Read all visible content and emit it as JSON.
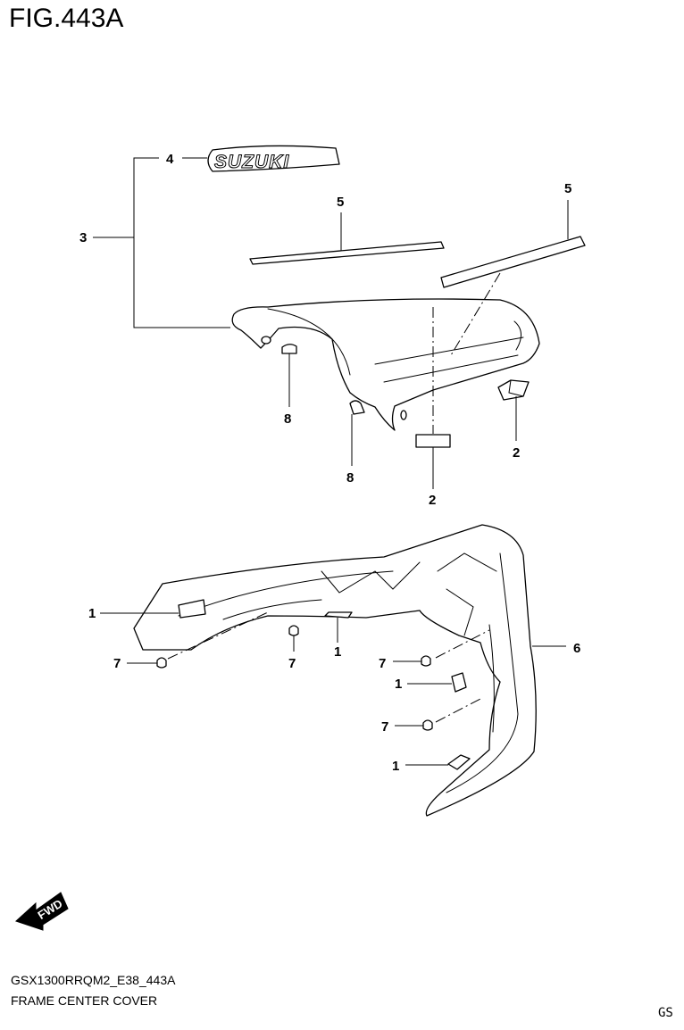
{
  "figure": {
    "title": "FIG.443A",
    "model_code": "GSX1300RRQM2_E38_443A",
    "caption": "FRAME CENTER COVER",
    "corner_code": "GS",
    "emblem_text": "SUZUKI",
    "fwd_label": "FWD"
  },
  "callouts": {
    "c1a": "1",
    "c1b": "1",
    "c1c": "1",
    "c1d": "1",
    "c2a": "2",
    "c2b": "2",
    "c3": "3",
    "c4": "4",
    "c5a": "5",
    "c5b": "5",
    "c6": "6",
    "c7a": "7",
    "c7b": "7",
    "c7c": "7",
    "c7d": "7",
    "c8a": "8",
    "c8b": "8"
  }
}
